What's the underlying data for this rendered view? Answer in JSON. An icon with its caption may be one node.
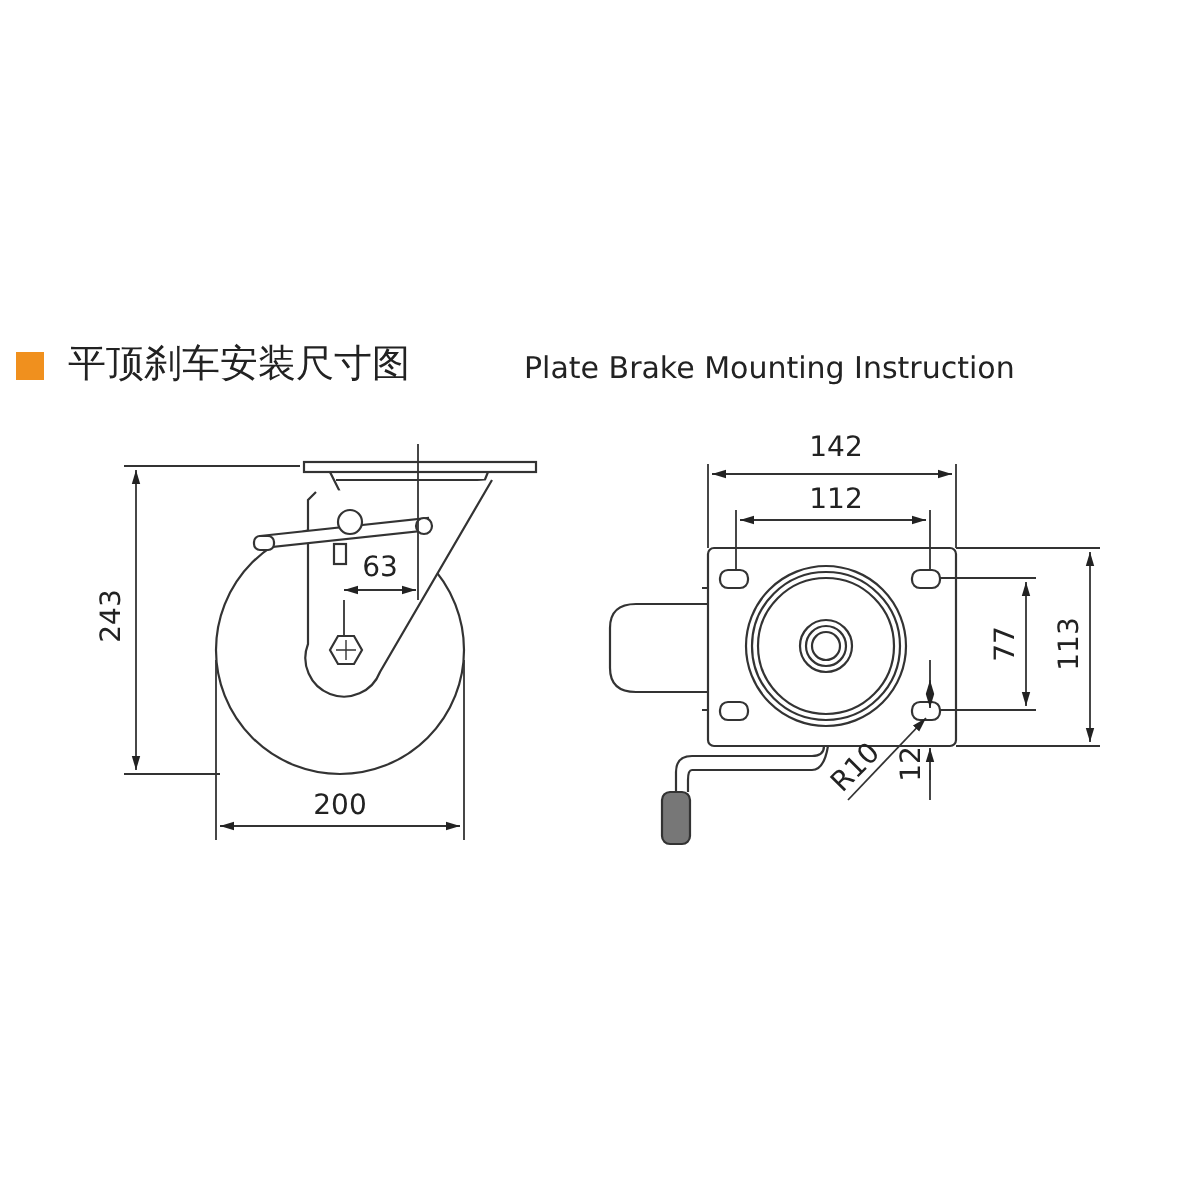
{
  "diagram": {
    "title": "平顶刹车安装尺寸图",
    "labels": [
      "Plate Brake Mounting Instruction",
      "243",
      "63",
      "200",
      "142",
      "112",
      "77",
      "113",
      "R10",
      "12"
    ]
  }
}
